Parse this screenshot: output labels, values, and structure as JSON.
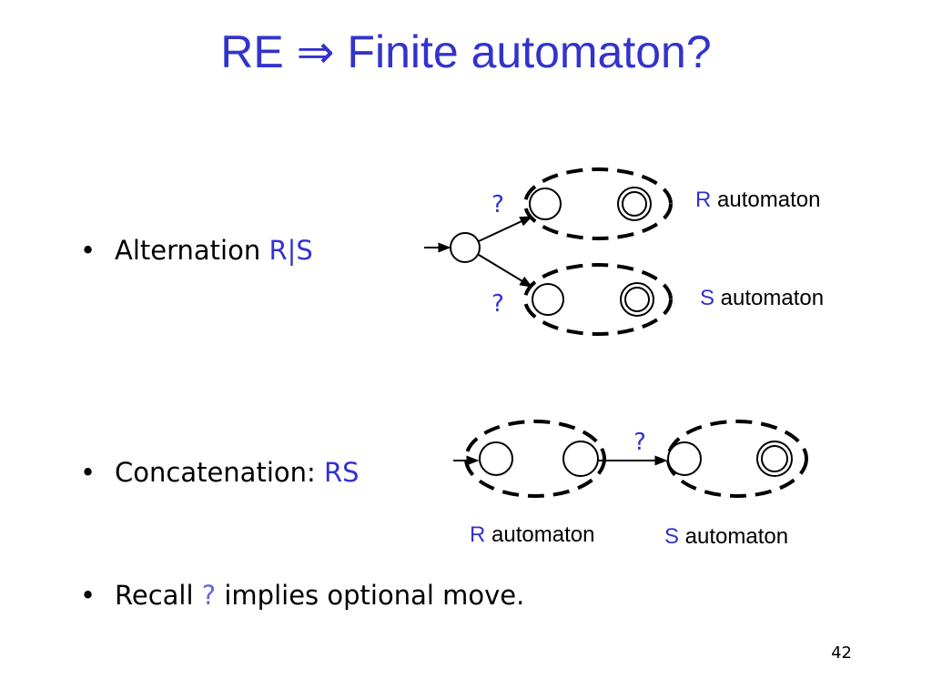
{
  "slide": {
    "title": "RE ⇒ Finite automaton?",
    "page_number": "42"
  },
  "bullets": [
    {
      "marker": "•",
      "text": "Alternation ",
      "highlight": "R|S"
    },
    {
      "marker": "•",
      "text": "Concatenation: ",
      "highlight": "RS"
    },
    {
      "marker": "•",
      "text_before": "Recall ",
      "highlight": "?",
      "text_after": " implies optional move."
    }
  ],
  "diagram": {
    "alternation": {
      "top_label_var": "R",
      "top_label_word": " automaton",
      "bottom_label_var": "S",
      "bottom_label_word": " automaton",
      "top_edge_symbol": "?",
      "bottom_edge_symbol": "?"
    },
    "concatenation": {
      "left_label_var": "R",
      "left_label_word": " automaton",
      "right_label_var": "S",
      "right_label_word": " automaton",
      "edge_symbol": "?"
    }
  },
  "colors": {
    "accent": "#3333cc",
    "text": "#000000"
  }
}
